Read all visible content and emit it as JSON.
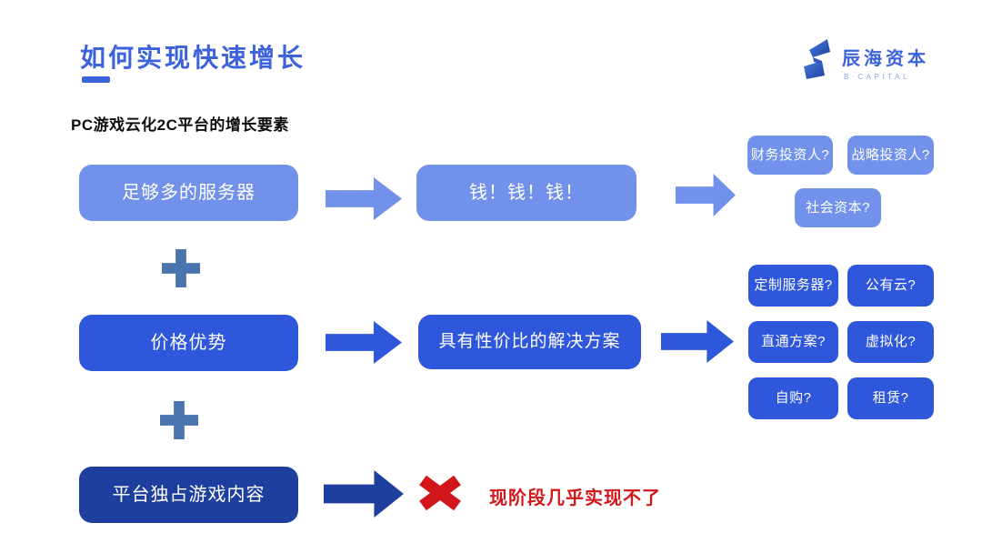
{
  "header": {
    "title": "如何实现快速增长",
    "subtitle": "PC游戏云化2C平台的增长要素"
  },
  "logo": {
    "name": "辰海资本",
    "tagline": "B·CAPITAL"
  },
  "flow": {
    "row1": {
      "source": "足够多的服务器",
      "result": "钱！钱！钱！",
      "options": [
        "财务投资人?",
        "战略投资人?",
        "社会资本?"
      ]
    },
    "row2": {
      "source": "价格优势",
      "result": "具有性价比的解决方案",
      "options": [
        "定制服务器?",
        "公有云?",
        "直通方案?",
        "虚拟化?",
        "自购?",
        "租赁?"
      ]
    },
    "row3": {
      "source": "平台独占游戏内容",
      "note": "现阶段几乎实现不了"
    }
  },
  "colors": {
    "title_blue": "#3C63DB",
    "light_blue": "#7191EA",
    "medium_blue": "#2E57DC",
    "dark_blue": "#1F3F9E",
    "plus_blue": "#4A74AD",
    "accent_red": "#D3161C",
    "logo_tagline_blue": "#8FA6DE"
  }
}
